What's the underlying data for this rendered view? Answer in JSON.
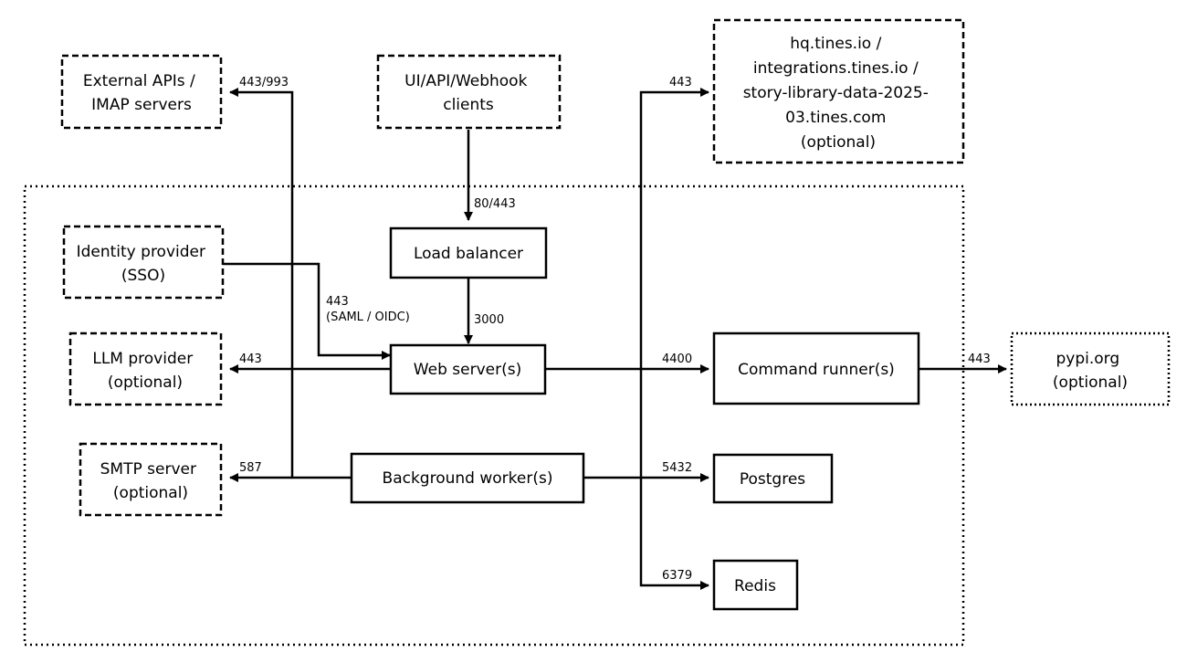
{
  "nodes": {
    "external_apis": {
      "lines": [
        "External APIs /",
        "IMAP servers"
      ]
    },
    "ui_clients": {
      "lines": [
        "UI/API/Webhook",
        "clients"
      ]
    },
    "tines_hosts": {
      "lines": [
        "hq.tines.io /",
        "integrations.tines.io /",
        "story-library-data-2025-",
        "03.tines.com",
        "(optional)"
      ]
    },
    "identity_provider": {
      "lines": [
        "Identity provider",
        "(SSO)"
      ]
    },
    "load_balancer": {
      "lines": [
        "Load balancer"
      ]
    },
    "llm_provider": {
      "lines": [
        "LLM provider",
        "(optional)"
      ]
    },
    "web_server": {
      "lines": [
        "Web server(s)"
      ]
    },
    "command_runner": {
      "lines": [
        "Command runner(s)"
      ]
    },
    "pypi": {
      "lines": [
        "pypi.org",
        "(optional)"
      ]
    },
    "smtp_server": {
      "lines": [
        "SMTP server",
        "(optional)"
      ]
    },
    "background_worker": {
      "lines": [
        "Background worker(s)"
      ]
    },
    "postgres": {
      "lines": [
        "Postgres"
      ]
    },
    "redis": {
      "lines": [
        "Redis"
      ]
    }
  },
  "ports": {
    "external_apis": "443/993",
    "tines_hosts": "443",
    "load_balancer_in": "80/443",
    "sso_port": "443",
    "sso_protocols": "(SAML / OIDC)",
    "web_server_in": "3000",
    "llm": "443",
    "command_runner": "4400",
    "pypi": "443",
    "smtp": "587",
    "postgres": "5432",
    "redis": "6379"
  }
}
